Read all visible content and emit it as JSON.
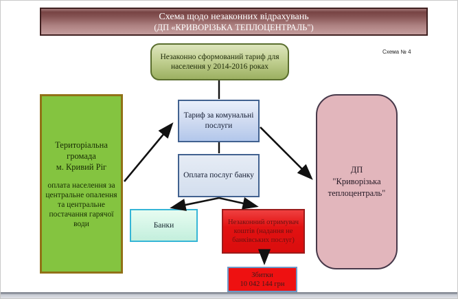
{
  "slide": {
    "header": {
      "line1": "Схема щодо незаконних відрахувань",
      "line2": "(ДП «КРИВОРІЗЬКА ТЕПЛОЦЕНТРАЛЬ\")"
    },
    "scheme_number": "Схема № 4",
    "nodes": {
      "illegal_tariff": "Незаконно сформований тариф для населення у 2014-2016 роках",
      "community_title": "Територіальна\nгромада\nм. Кривий Ріг",
      "community_subtitle": "оплата населення за центральне опалення та центральне постачання гарячої води",
      "tariff": "Тариф за комунальні послуги",
      "bank_fee": "Оплата послуг банку",
      "banks": "Банки",
      "illegal_recipient": "Незаконний отримувач коштів (надання не банківських послуг)",
      "losses_title": "Збитки",
      "losses_amount": "10 042 144 грн",
      "company": "ДП\n\"Криворізька\nтеплоцентраль\""
    },
    "colors": {
      "header_top": "#774444",
      "header_bottom": "#c59d9d",
      "olive_top": "#dde5bd",
      "olive_bottom": "#9cb061",
      "community_green": "#84c440",
      "community_border": "#917117",
      "blue_fill": "#cdd9f0",
      "blue_border": "#41618f",
      "banks_fill": "#d5f5e7",
      "banks_border": "#35b5d6",
      "red_fill": "#e21212",
      "red_border": "#9b1b1b",
      "losses_border": "#6d99c8",
      "pink_fill": "#e2b6bc",
      "arrow": "#111111"
    }
  }
}
